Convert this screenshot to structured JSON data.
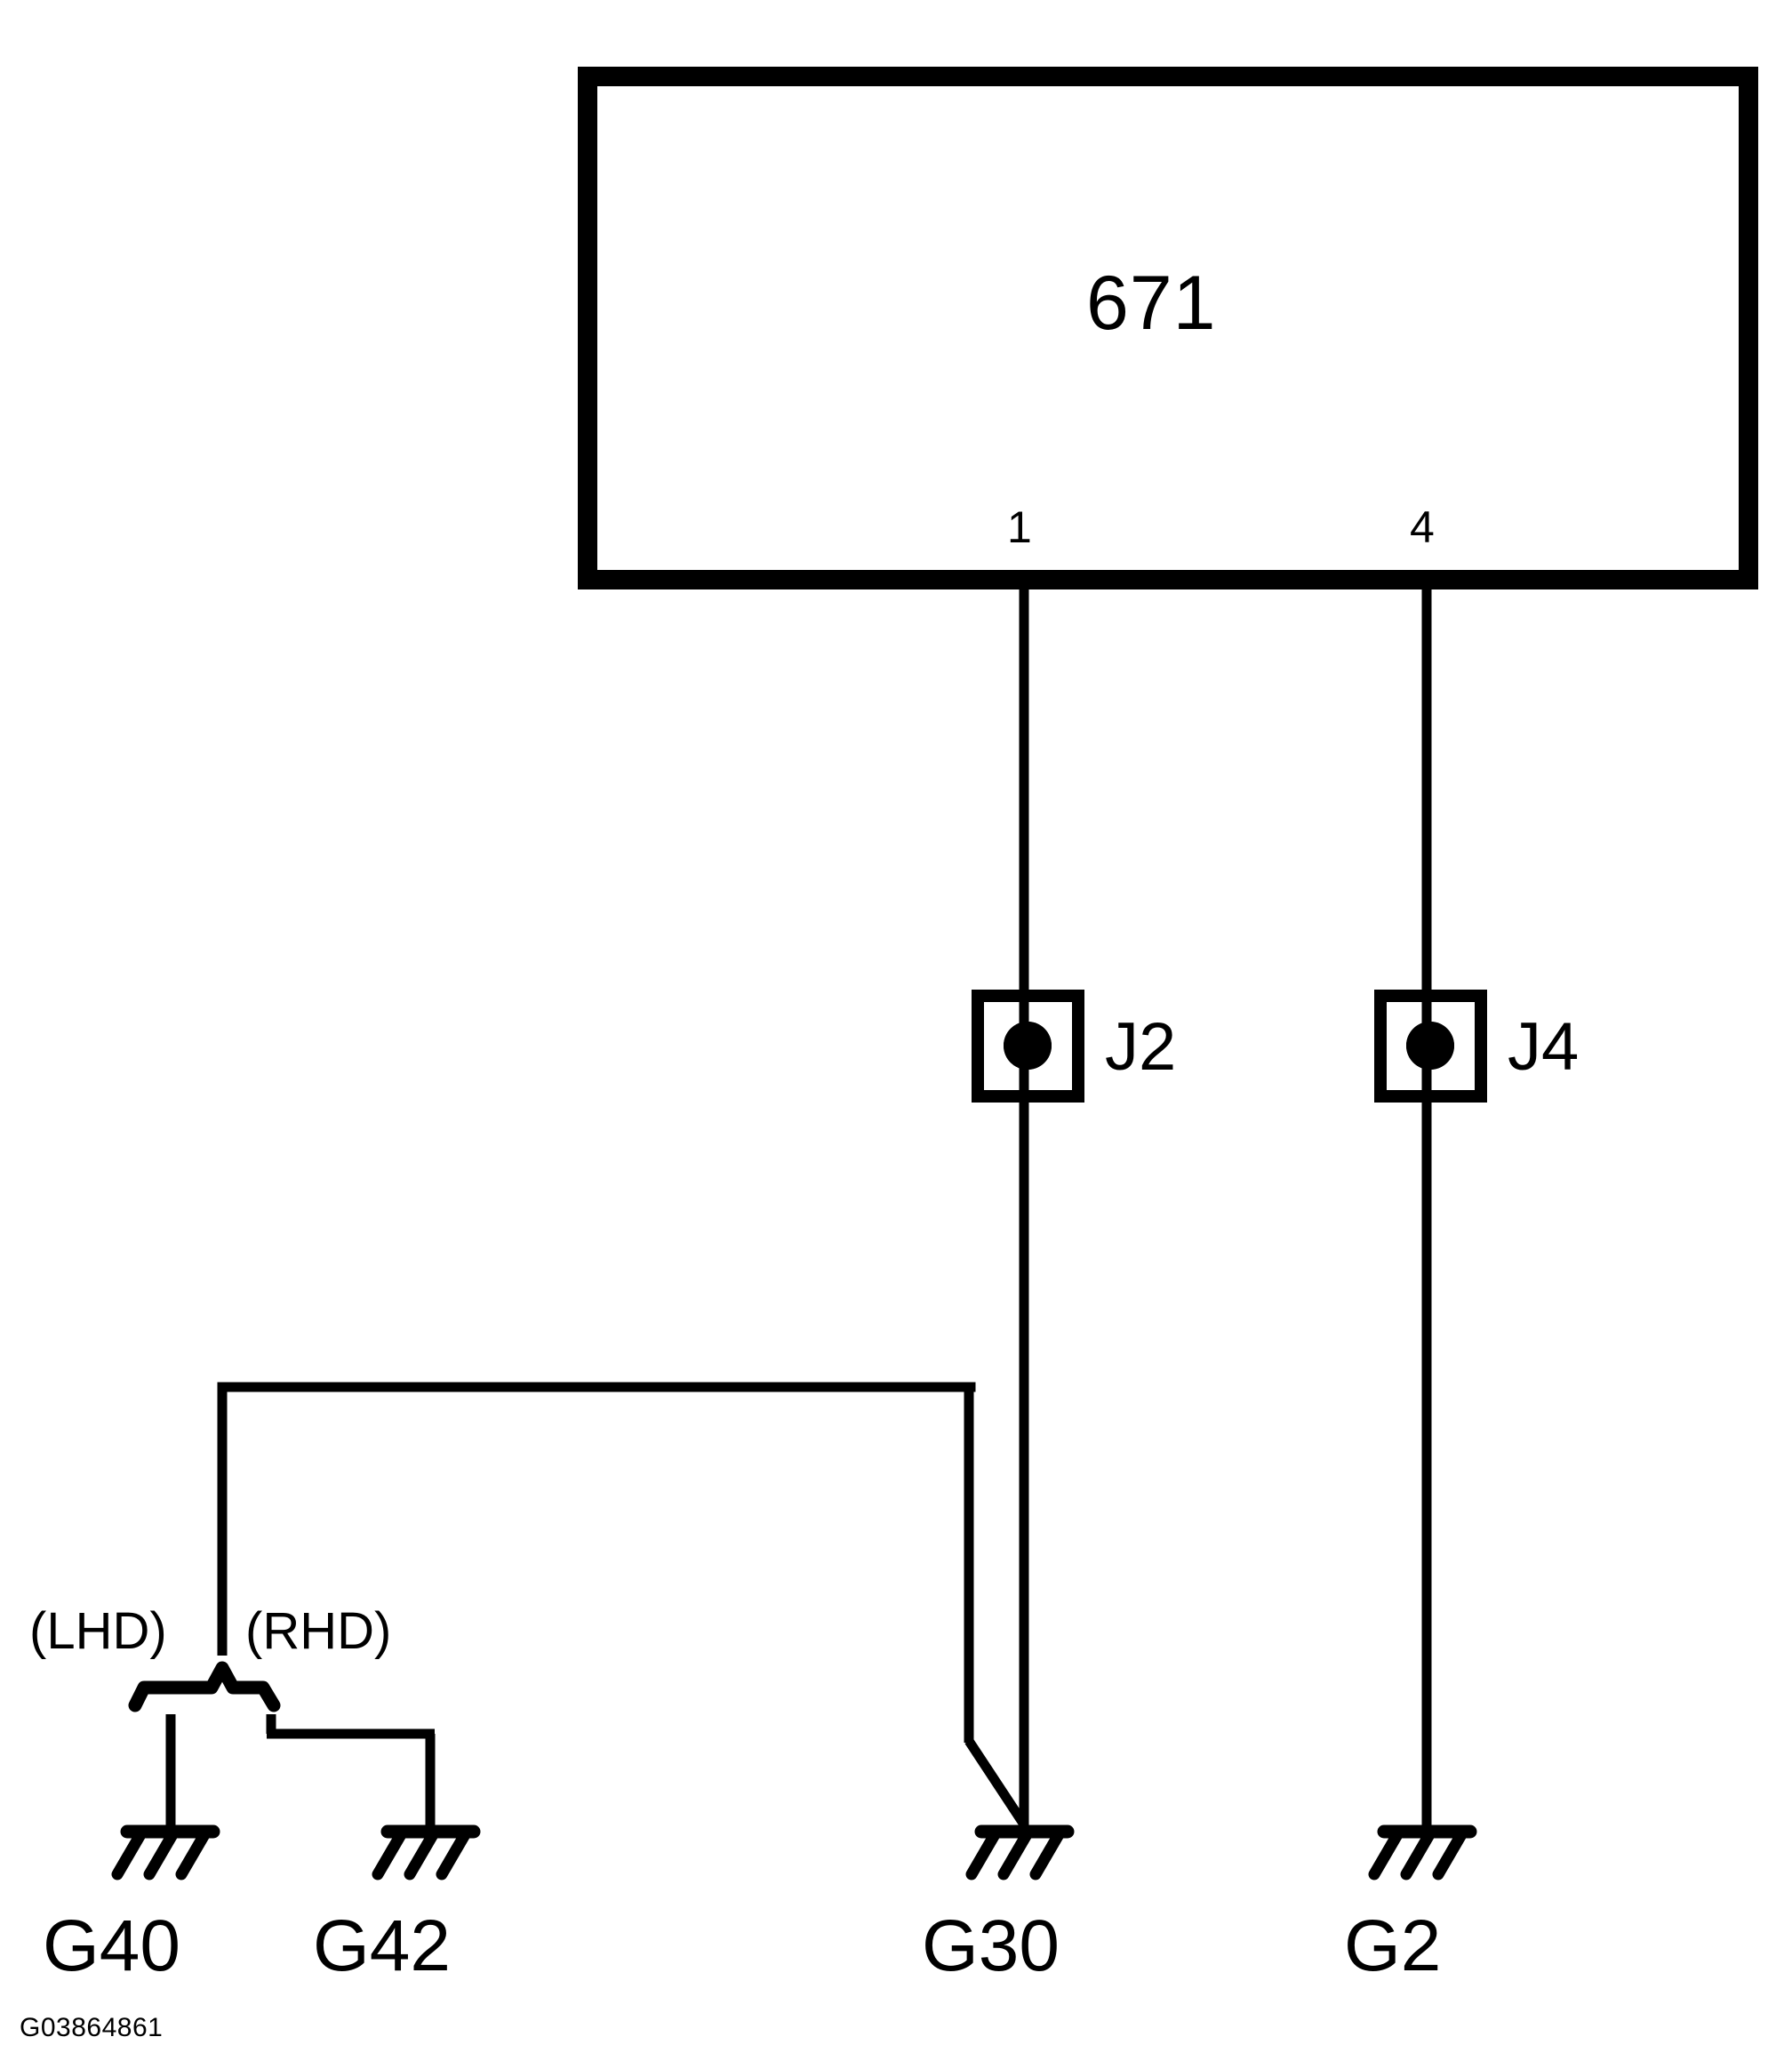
{
  "diagram": {
    "figure_id": "G03864861",
    "stroke_color": "#000000",
    "background_color": "#ffffff",
    "component": {
      "id_label": "671",
      "pins": [
        {
          "number": "1"
        },
        {
          "number": "4"
        }
      ]
    },
    "junctions": [
      {
        "label": "J2"
      },
      {
        "label": "J4"
      }
    ],
    "variants": [
      {
        "label": "(LHD)"
      },
      {
        "label": "(RHD)"
      }
    ],
    "grounds": [
      {
        "label": "G40"
      },
      {
        "label": "G42"
      },
      {
        "label": "G30"
      },
      {
        "label": "G2"
      }
    ]
  }
}
